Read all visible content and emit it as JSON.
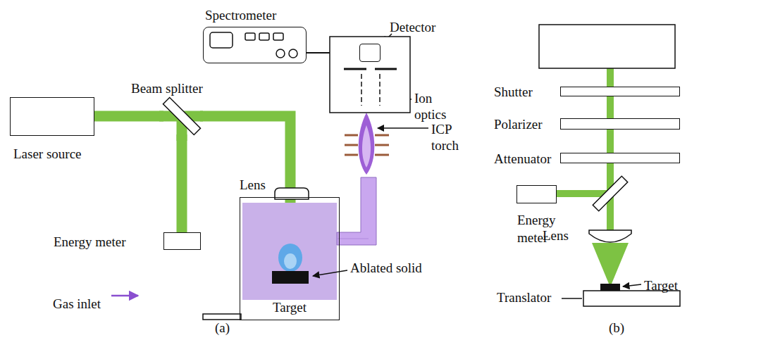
{
  "diagram": {
    "nodes": [
      {
        "text": [
          "Laser source"
        ]
      },
      {
        "text": [
          "Beam splitter"
        ]
      },
      {
        "text": [
          "Energy meter"
        ]
      },
      {
        "text": [
          "Target"
        ]
      },
      {
        "text": [
          "Spectrometer"
        ]
      },
      {
        "text": [
          "Detector"
        ]
      },
      {
        "text": [
          "Shutter"
        ]
      },
      {
        "text": [
          "Polarizer"
        ]
      },
      {
        "text": [
          "Attenuator"
        ]
      },
      {
        "text": [
          "Energy meter"
        ]
      }
    ],
    "edges": [
      {
        "from": 0,
        "to": 1,
        "arrow": "none"
      },
      {
        "from": 1,
        "to": 2,
        "arrow": "none"
      },
      {
        "from": 1,
        "to": 3,
        "arrow": "none"
      },
      {
        "from": 6,
        "to": 7,
        "arrow": "none"
      },
      {
        "from": 7,
        "to": 8,
        "arrow": "none"
      }
    ],
    "labels": [
      "Lens",
      "Ablated solid",
      "Gas inlet",
      "Ion optics",
      "ICP torch",
      "Lens",
      "Translator",
      "Target",
      "(a)",
      "(b)"
    ]
  }
}
